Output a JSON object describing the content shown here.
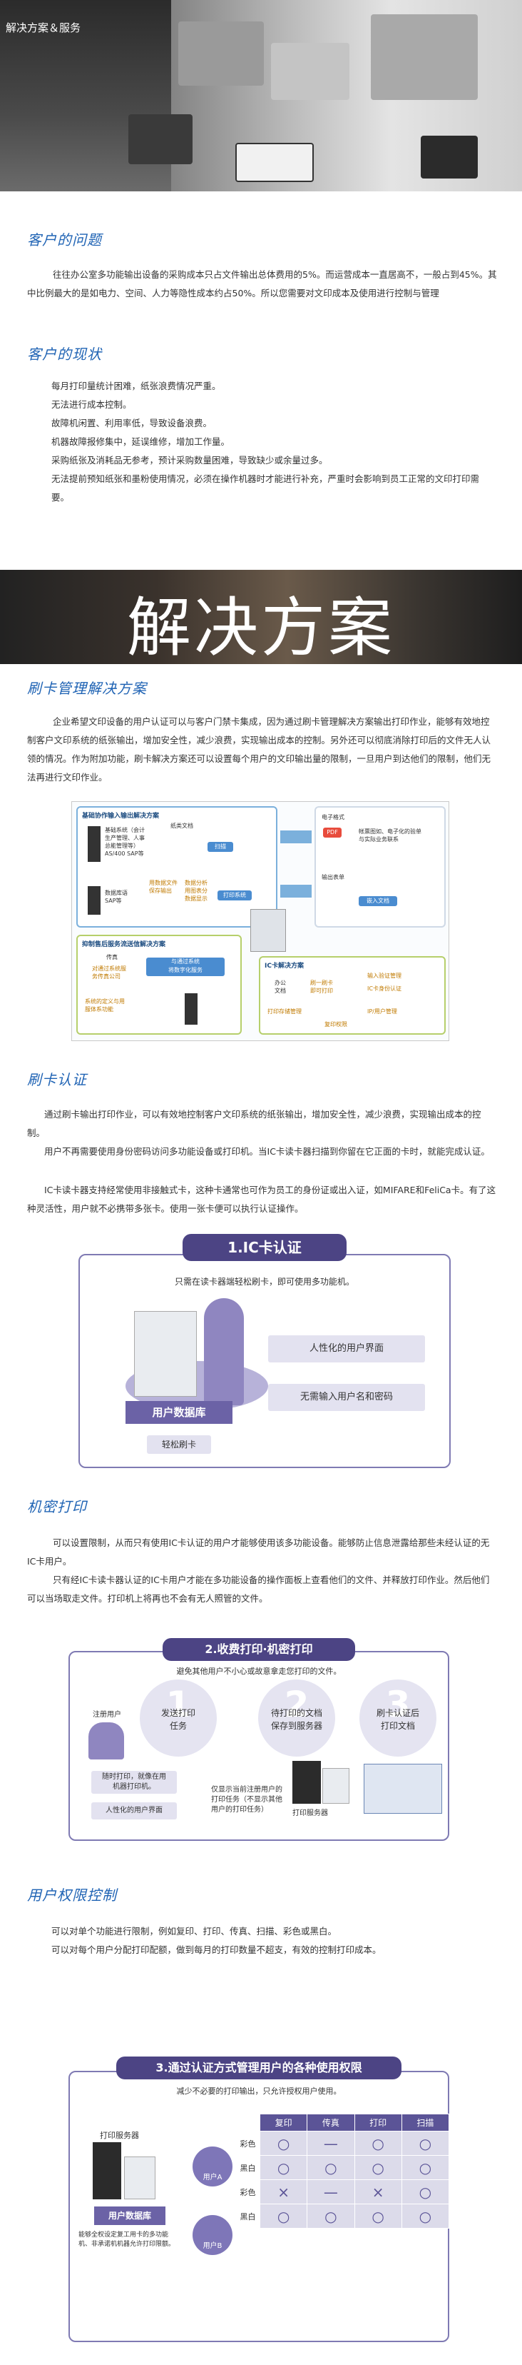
{
  "banner": {
    "title": "解决方案＆服务"
  },
  "problem": {
    "heading": "客户的问题",
    "text": "往往办公室多功能输出设备的采购成本只占文件输出总体费用的5%。而运营成本一直居高不，一般占到45%。其中比例最大的是如电力、空间、人力等隐性成本约占50%。所以您需要对文印成本及使用进行控制与管理"
  },
  "status": {
    "heading": "客户的现状",
    "items": [
      "每月打印量统计困难，纸张浪费情况严重。",
      "无法进行成本控制。",
      "故障机闲置、利用率低，导致设备浪费。",
      "机器故障报修集中，延误维修，增加工作量。",
      "采购纸张及消耗品无参考，预计采购数量困难，导致缺少或余量过多。",
      "无法提前预知纸张和墨粉使用情况，必须在操作机器时才能进行补充，严重时会影响到员工正常的文印打印需要。"
    ]
  },
  "solution_banner": {
    "title": "解决方案"
  },
  "card_mgmt": {
    "heading": "刷卡管理解决方案",
    "text": "企业希望文印设备的用户认证可以与客户门禁卡集成，因为通过刷卡管理解决方案输出打印作业，能够有效地控制客户文印系统的纸张输出，增加安全性，减少浪费，实现输出成本的控制。另外还可以彻底消除打印后的文件无人认领的情况。作为附加功能，刷卡解决方案还可以设置每个用户的文印输出量的限制，一旦用户到达他们的限制，他们无法再进行文印作业。"
  },
  "diagram": {
    "box1_title": "基础协作输入输出解决方案",
    "box1_src1": "基础系统（会计\n生产管理、人事\n总能管理等）\nAS/400 SAP等",
    "box1_src2": "数据库语\nSAP等",
    "box1_mid1": "纸类文档",
    "box1_mid2": "用数据文件\n保存输出",
    "box1_mid3": "数据分析\n用图表分\n数据显示",
    "box1_mid4": "打印系统",
    "box1_tag1": "扫描",
    "box1_out1": "电子格式",
    "box1_out1_sub": "帐票图如、电子化的验单\n与实际业务联系",
    "box1_out2": "输出表单",
    "box1_out2_sub": "嵌入文档",
    "box1_pdf": "PDF",
    "box2_title": "抑制售后服务流送信解决方案",
    "box2_fax": "传真",
    "box2_fax_sub": "对通过系统服\n务传真公司",
    "box2_in1": "与通过系统\n将数字化服务",
    "box2_in2": "系统的定义与用\n服体系功能",
    "box3_title": "IC卡解决方案",
    "box3_doc": "办公\n文档",
    "box3_card": "刷一刷卡\n即可打印",
    "box3_out1": "输入验证管理",
    "box3_out2": "IC卡身份认证",
    "box3_out3": "打印存储管理",
    "box3_out4": "IP/用户管理",
    "box3_out5": "复印权限"
  },
  "card_auth": {
    "heading": "刷卡认证",
    "p1": "通过刷卡输出打印作业，可以有效地控制客户文印系统的纸张输出，增加安全性，减少浪费，实现输出成本的控制。",
    "p2": "用户不再需要使用身份密码访问多功能设备或打印机。当IC卡读卡器扫描到你留在它正面的卡时，就能完成认证。",
    "p3": "IC卡读卡器支持经常使用非接触式卡，这种卡通常也可作为员工的身份证或出入证，如MIFARE和FeliCa卡。有了这种灵活性，用户就不必携带多张卡。使用一张卡便可以执行认证操作。",
    "panel_title": "1.IC卡认证",
    "panel_sub": "只需在读卡器端轻松刷卡，即可使用多功能机。",
    "opt1": "人性化的用户界面",
    "opt2": "无需输入用户名和密码",
    "db_label": "用户数据库",
    "card_label": "轻松刷卡"
  },
  "secure_print": {
    "heading": "机密打印",
    "p1": "可以设置限制，从而只有使用IC卡认证的用户才能够使用该多功能设备。能够防止信息泄露给那些未经认证的无IC卡用户。",
    "p2": "只有经IC卡读卡器认证的IC卡用户才能在多功能设备的操作面板上查看他们的文件、并释放打印作业。然后他们可以当场取走文件。打印机上将再也不会有无人照管的文件。",
    "panel_title": "2.收费打印·机密打印",
    "panel_sub": "避免其他用户不小心或故意拿走您打印的文件。",
    "step1": "发送打印\n任务",
    "step2": "待打印的文档\n保存到服务器",
    "step3": "刷卡认证后\n打印文档",
    "num1": "1",
    "num2": "2",
    "num3": "3",
    "user_label": "注册用户",
    "opt1": "随时打印，就像在用\n机器打印机。",
    "opt2": "人性化的用户界面",
    "server_label": "打印服务器",
    "note": "仅显示当前注册用户的打印任务（不显示其他用户的打印任务）"
  },
  "permissions": {
    "heading": "用户权限控制",
    "p1": "可以对单个功能进行限制，例如复印、打印、传真、扫描、彩色或黑白。",
    "p2": "可以对每个用户分配打印配额，做到每月的打印数量不超支，有效的控制打印成本。",
    "panel_title": "3.通过认证方式管理用户的各种使用权限",
    "panel_sub": "减少不必要的打印输出，只允许授权用户使用。",
    "server_label": "打印服务器",
    "db_label": "用户数据库",
    "note": "能够全权设定复工用卡的多功能机、非承诺机机器允许打印限额。",
    "columns": [
      "复印",
      "传真",
      "打印",
      "扫描"
    ],
    "rows": [
      {
        "user": "用户A",
        "mode": "彩色",
        "cells": [
          "○",
          "—",
          "○",
          "○"
        ]
      },
      {
        "user": "用户A",
        "mode": "黑白",
        "cells": [
          "○",
          "○",
          "○",
          "○"
        ]
      },
      {
        "user": "用户B",
        "mode": "彩色",
        "cells": [
          "×",
          "—",
          "×",
          "○"
        ]
      },
      {
        "user": "用户B",
        "mode": "黑白",
        "cells": [
          "○",
          "○",
          "○",
          "○"
        ]
      }
    ]
  },
  "colors": {
    "heading": "#1f63b4",
    "panel": "#4c4484",
    "lavender": "#e3e2f0"
  }
}
